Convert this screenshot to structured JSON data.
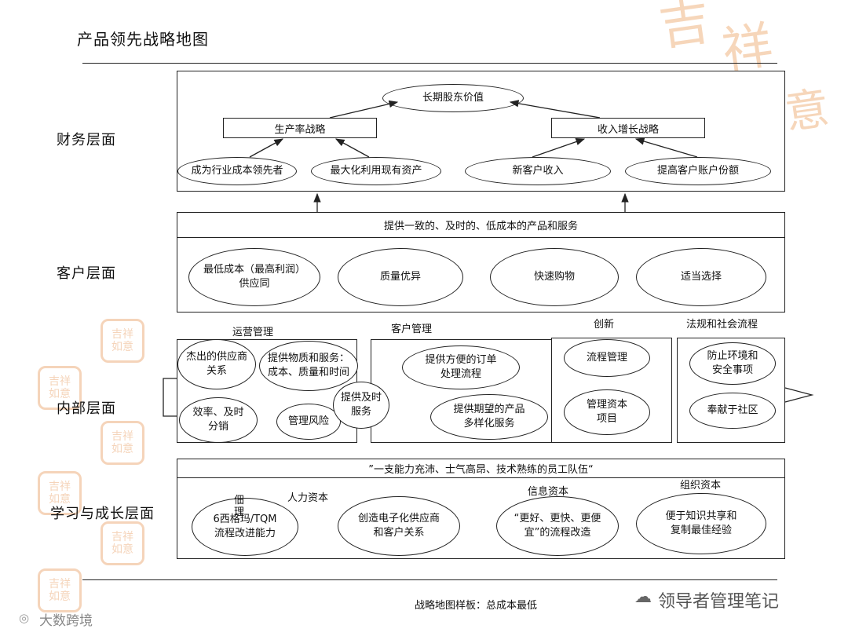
{
  "title": "产品领先战略地图",
  "layers": {
    "financial": "财务层面",
    "customer": "客户层面",
    "internal": "内部层面",
    "learning": "学习与成长层面"
  },
  "financial": {
    "top_goal": "长期股东价值",
    "strategies": [
      "生产率战略",
      "收入增长战略"
    ],
    "nodes": [
      "成为行业成本领先者",
      "最大化利用现有资产",
      "新客户收入",
      "提高客户账户份额"
    ]
  },
  "customer": {
    "value_prop": "提供一致的、及时的、低成本的产品和服务",
    "nodes": [
      "最低成本（最高利润）\n供应同",
      "质量优异",
      "快速购物",
      "适当选择"
    ]
  },
  "internal": {
    "sections": [
      "运营管理",
      "客户管理",
      "创新",
      "法规和社会流程"
    ],
    "ops_nodes": [
      "杰出的供应商\n关系",
      "提供物质和服务：\n成本、质量和时间",
      "效率、及时\n分销",
      "管理风险",
      "提供及时\n服务"
    ],
    "customer_nodes": [
      "提供方便的订单\n处理流程",
      "提供期望的产品\n多样化服务"
    ],
    "innovation_nodes": [
      "流程管理",
      "管理资本\n项目"
    ],
    "social_nodes": [
      "防止环境和\n安全事项",
      "奉献于社区"
    ]
  },
  "learning": {
    "workforce": "”一支能力充沛、士气高昂、技术熟练的员工队伍“",
    "sections": [
      "人力资本",
      "信息资本",
      "组织资本"
    ],
    "nodes": [
      "6西格玛/TQM\n流程改进能力",
      "创造电子化供应商\n和客户关系",
      "“更好、更快、更便\n宜”的流程改造",
      "便于知识共享和\n复制最佳经验"
    ],
    "overlap_text": "佃\n理"
  },
  "caption": "战略地图样板：总成本最低",
  "brands": {
    "wechat": "领导者管理笔记",
    "bottom_left": "大数跨境",
    "watermark": "吉祥意"
  },
  "colors": {
    "line": "#222222",
    "watermark": "#f4c9a4"
  }
}
